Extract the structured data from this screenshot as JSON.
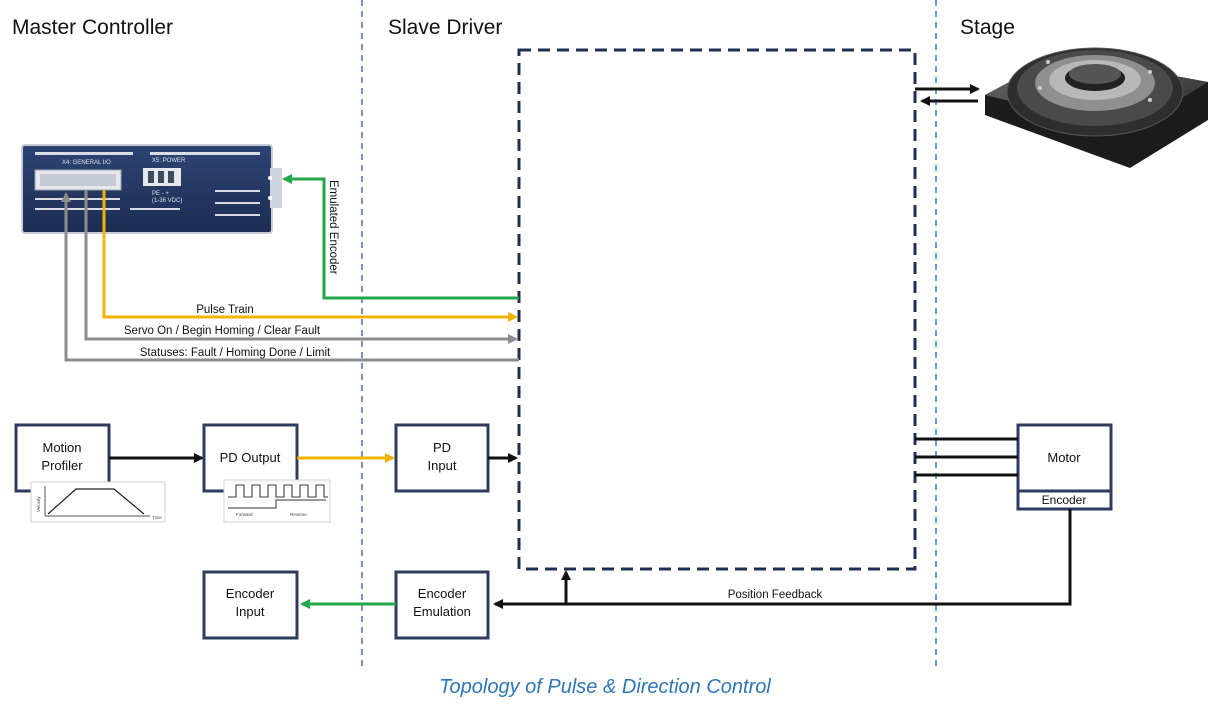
{
  "columns": {
    "master": "Master Controller",
    "slave": "Slave Driver",
    "stage": "Stage"
  },
  "blocks": {
    "motion_profiler": [
      "Motion",
      "Profiler"
    ],
    "pd_output": "PD Output",
    "pd_input": [
      "PD",
      "Input"
    ],
    "encoder_input": [
      "Encoder",
      "Input"
    ],
    "encoder_emulation": [
      "Encoder",
      "Emulation"
    ],
    "motor": "Motor",
    "encoder": "Encoder"
  },
  "signals": {
    "pulse_train": "Pulse Train",
    "servo_on": "Servo On / Begin Homing / Clear Fault",
    "statuses": "Statuses: Fault / Homing Done / Limit",
    "emulated_encoder": "Emulated Encoder",
    "position_feedback": "Position Feedback"
  },
  "device_panel": {
    "general_io": "X4: GENERAL I/O",
    "power": "X5: POWER",
    "voltage": "PE  -  +",
    "voltage2": "(1-36 VDC)"
  },
  "velocity_chart": {
    "ylabel": "Velocity",
    "xlabel": "Time"
  },
  "pulse_chart": {
    "left_label": "Forward",
    "right_label": "Reverse"
  },
  "caption": "Topology of Pulse & Direction Control",
  "colors": {
    "box_border": "#2f3b5c",
    "dashed_divider": "#4472c4",
    "pulse": "#f2b400",
    "command": "#8c8c8c",
    "feedback": "#22a64a",
    "black": "#111111",
    "caption": "#2e75b6"
  }
}
